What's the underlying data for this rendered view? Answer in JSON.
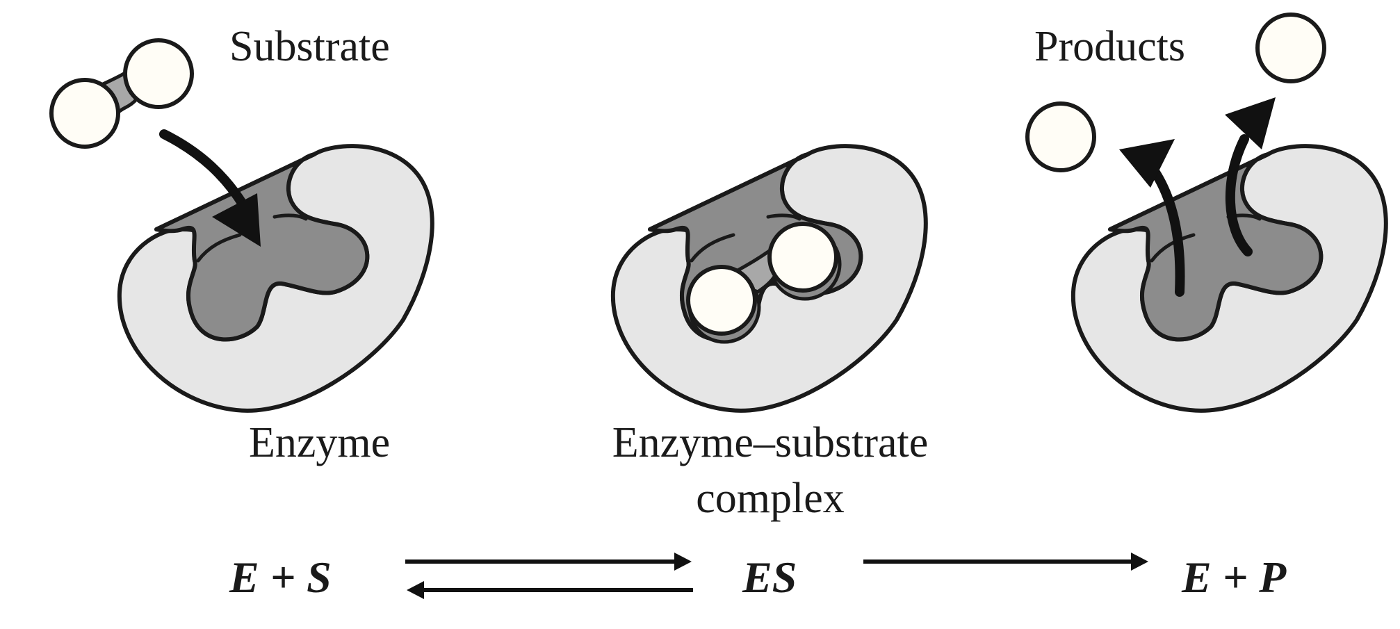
{
  "labels": {
    "substrate": "Substrate",
    "products": "Products",
    "enzyme": "Enzyme",
    "complex_line1": "Enzyme–substrate",
    "complex_line2": "complex"
  },
  "equation": {
    "reactants": "E + S",
    "intermediate": "ES",
    "products": "E + P"
  },
  "colors": {
    "enzyme_fill": "#e6e6e6",
    "pocket_fill": "#8c8c8c",
    "substrate_ball": "#fffdf6",
    "outline": "#1a1a1a"
  }
}
